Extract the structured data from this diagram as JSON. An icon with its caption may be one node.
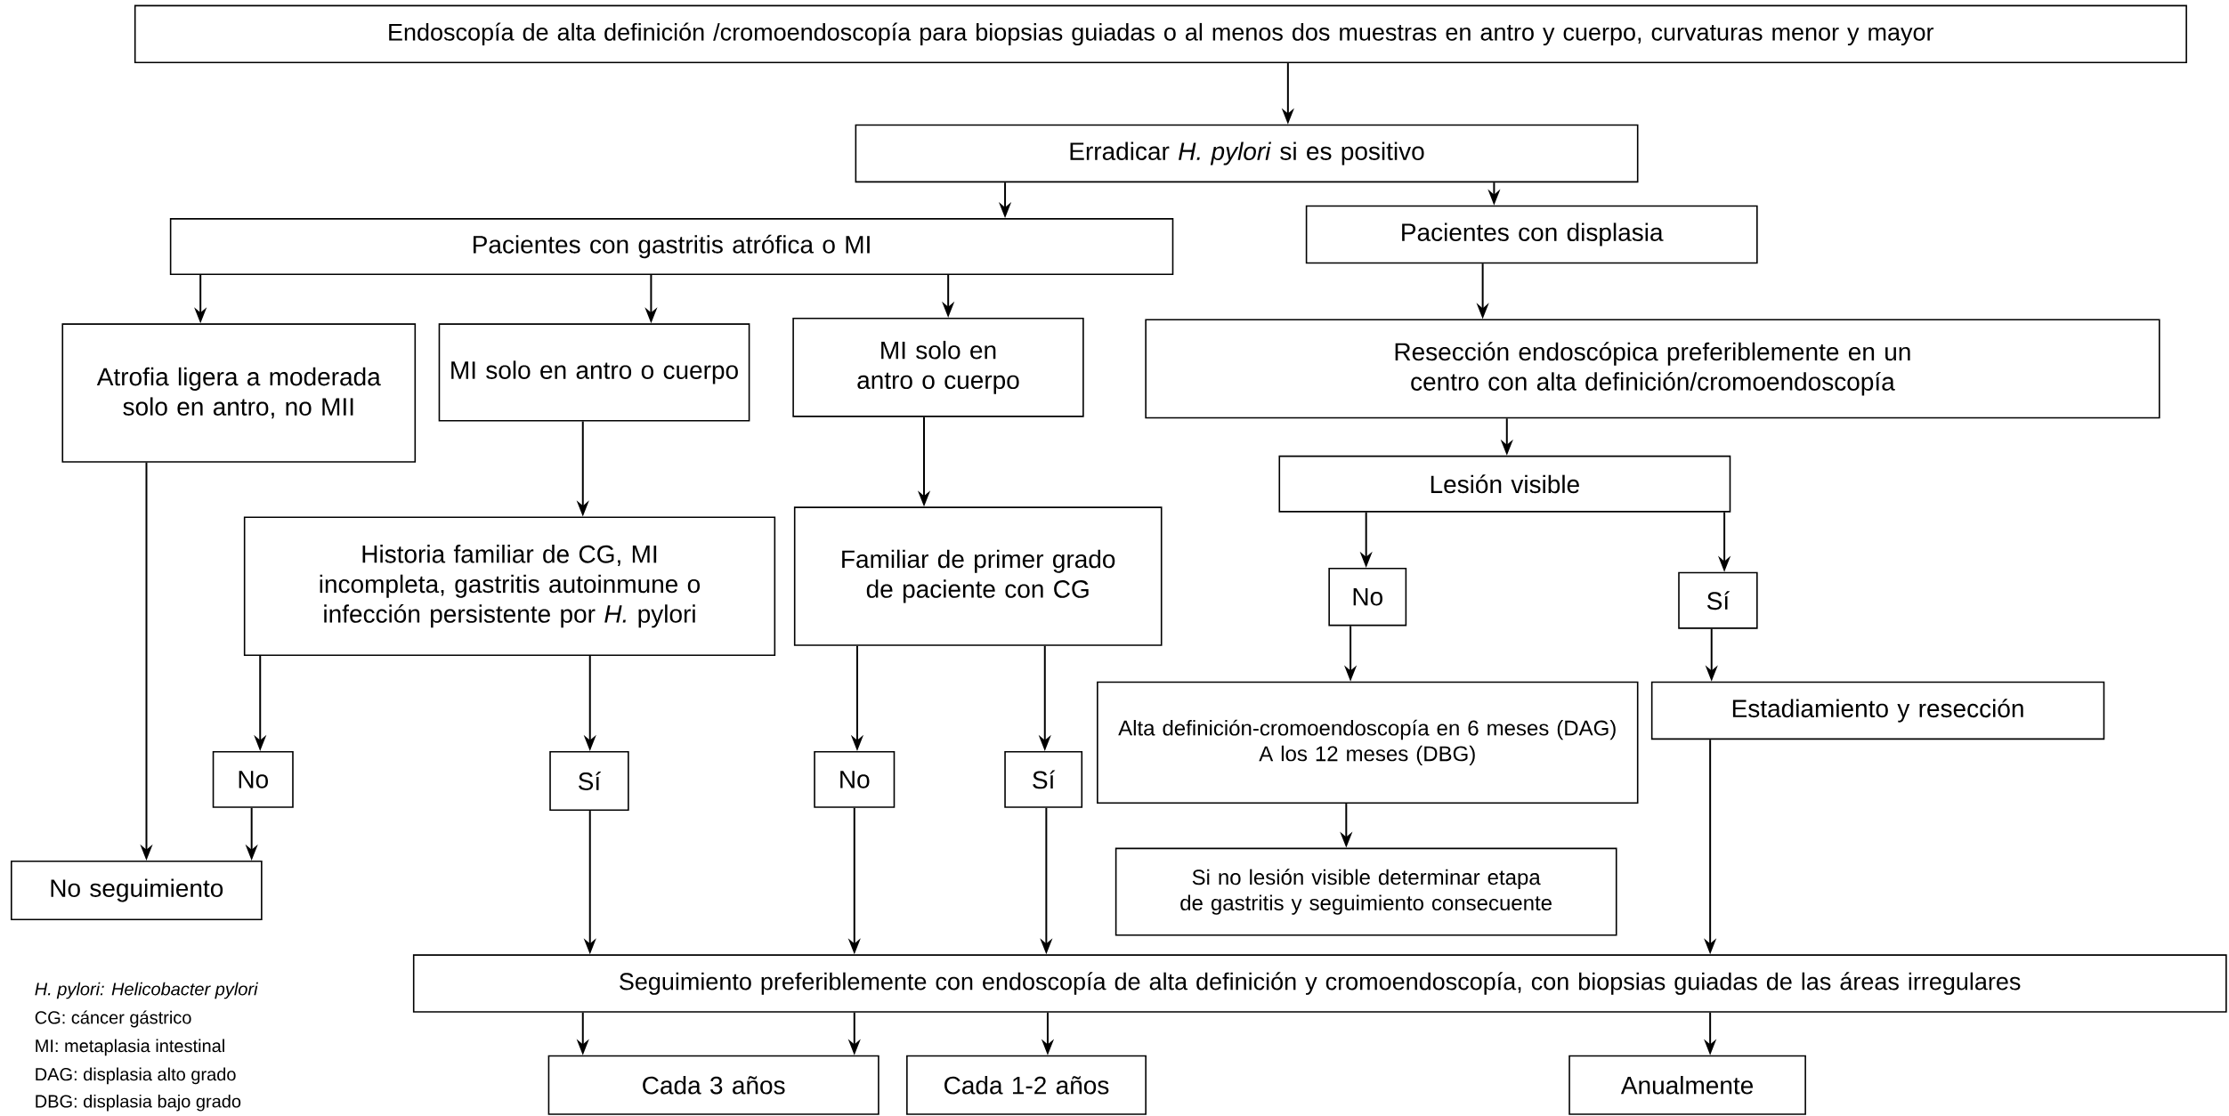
{
  "diagram": {
    "nodes": [
      {
        "text": [
          "Endoscopía de alta definición /cromoendoscopía para biopsias guiadas o al menos dos muestras en antro y cuerpo, curvaturas menor y mayor"
        ]
      },
      {
        "text": [
          "Erradicar *H. pylori* si es positivo"
        ]
      },
      {
        "text": [
          "Pacientes con gastritis atrófica o MI"
        ]
      },
      {
        "text": [
          "Pacientes con displasia"
        ]
      },
      {
        "text": [
          "Atrofia ligera a moderada solo en antro, no MII"
        ]
      },
      {
        "text": [
          "MI solo en antro o cuerpo"
        ]
      },
      {
        "text": [
          "MI solo en antro o cuerpo"
        ]
      },
      {
        "text": [
          "Resección endoscópica preferiblemente en un centro con alta definición/cromoendoscopía"
        ]
      },
      {
        "text": [
          "Lesión visible"
        ]
      },
      {
        "text": [
          "Historia familiar de CG, MI incompleta, gastritis autoinmune o infección persistente por *H.* pylori"
        ]
      },
      {
        "text": [
          "Familiar de primer grado de paciente con CG"
        ]
      },
      {
        "text": [
          "No"
        ]
      },
      {
        "text": [
          "Sí"
        ]
      },
      {
        "text": [
          "Alta definición-cromoendoscopía en 6 meses (DAG)",
          "A los 12 meses (DBG)"
        ]
      },
      {
        "text": [
          "Estadiamiento y resección"
        ]
      },
      {
        "text": [
          "No"
        ]
      },
      {
        "text": [
          "Sí"
        ]
      },
      {
        "text": [
          "No"
        ]
      },
      {
        "text": [
          "Sí"
        ]
      },
      {
        "text": [
          "Si no lesión visible determinar etapa de gastritis y seguimiento consecuente"
        ]
      },
      {
        "text": [
          "No seguimiento"
        ]
      },
      {
        "text": [
          "Seguimiento preferiblemente con endoscopía de alta definición y cromoendoscopía, con biopsias guiadas de las áreas irregulares"
        ]
      },
      {
        "text": [
          "Cada 3 años"
        ]
      },
      {
        "text": [
          "Cada 1-2 años"
        ]
      },
      {
        "text": [
          "Anualmente"
        ]
      }
    ],
    "edges": [
      {
        "from": 0,
        "to": 1,
        "arrow": "to"
      },
      {
        "from": 1,
        "to": 2,
        "arrow": "to"
      },
      {
        "from": 1,
        "to": 3,
        "arrow": "to"
      },
      {
        "from": 2,
        "to": 4,
        "arrow": "to"
      },
      {
        "from": 2,
        "to": 5,
        "arrow": "to"
      },
      {
        "from": 2,
        "to": 6,
        "arrow": "to"
      },
      {
        "from": 3,
        "to": 7,
        "arrow": "to"
      },
      {
        "from": 7,
        "to": 8,
        "arrow": "to"
      },
      {
        "from": 5,
        "to": 9,
        "arrow": "to"
      },
      {
        "from": 6,
        "to": 10,
        "arrow": "to"
      },
      {
        "from": 8,
        "to": 11,
        "arrow": "to"
      },
      {
        "from": 8,
        "to": 12,
        "arrow": "to"
      },
      {
        "from": 11,
        "to": 13,
        "arrow": "to"
      },
      {
        "from": 12,
        "to": 14,
        "arrow": "to"
      },
      {
        "from": 4,
        "to": 20,
        "arrow": "to"
      },
      {
        "from": 9,
        "to": 15,
        "arrow": "to"
      },
      {
        "from": 9,
        "to": 16,
        "arrow": "to"
      },
      {
        "from": 10,
        "to": 17,
        "arrow": "to"
      },
      {
        "from": 10,
        "to": 18,
        "arrow": "to"
      },
      {
        "from": 13,
        "to": 19,
        "arrow": "to"
      },
      {
        "from": 15,
        "to": 20,
        "arrow": "to"
      },
      {
        "from": 16,
        "to": 21,
        "arrow": "to"
      },
      {
        "from": 17,
        "to": 21,
        "arrow": "to"
      },
      {
        "from": 18,
        "to": 21,
        "arrow": "to"
      },
      {
        "from": 14,
        "to": 21,
        "arrow": "to"
      },
      {
        "from": 21,
        "to": 22,
        "arrow": "to"
      },
      {
        "from": 21,
        "to": 22,
        "arrow": "to"
      },
      {
        "from": 21,
        "to": 23,
        "arrow": "to"
      },
      {
        "from": 21,
        "to": 24,
        "arrow": "to"
      }
    ],
    "labels": [
      "H. pylori: Helicobacter pylori",
      "CG: cáncer gástrico",
      "MI: metaplasia intestinal",
      "DAG: displasia alto grado",
      "DBG: displasia bajo grado"
    ]
  }
}
